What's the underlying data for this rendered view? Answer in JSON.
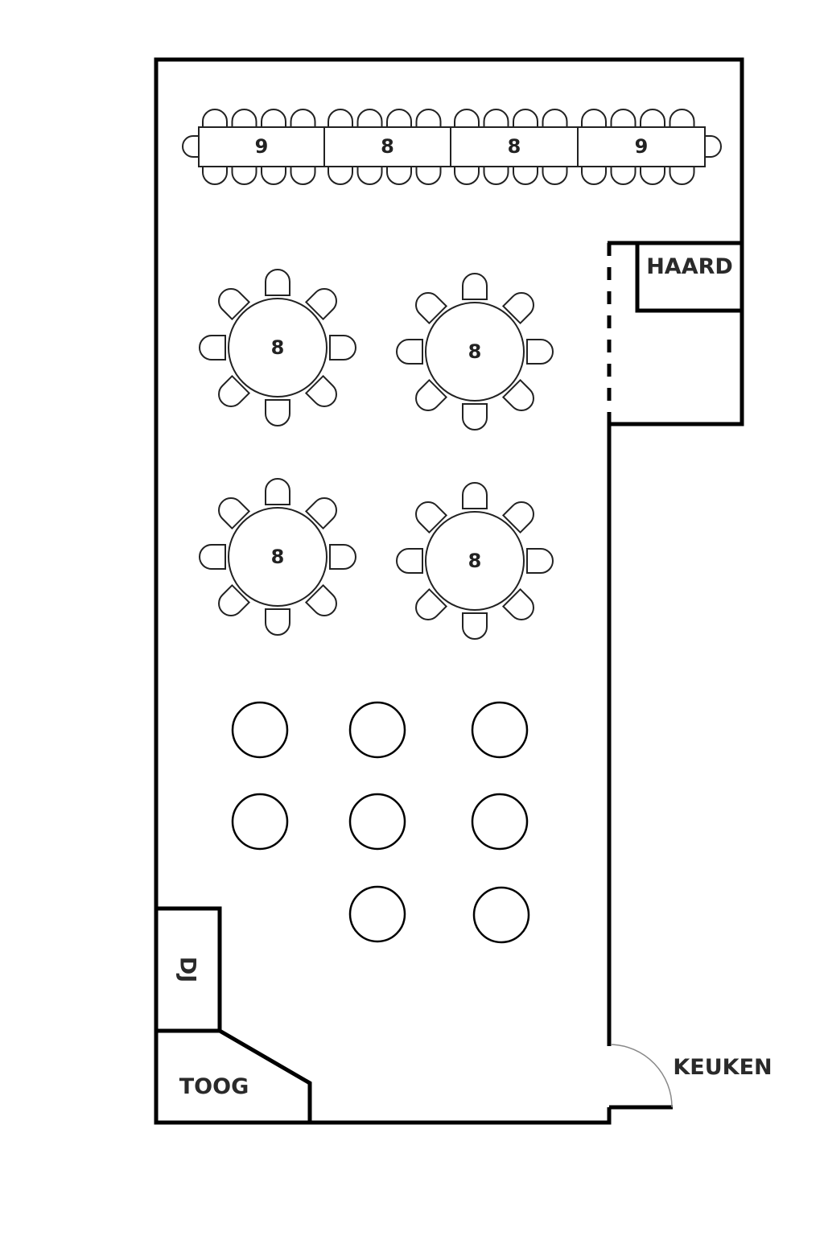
{
  "rooms": {
    "haard": "HAARD",
    "dj": "DJ",
    "toog": "TOOG",
    "keuken": "KEUKEN"
  },
  "long_tables": [
    {
      "seats": "9"
    },
    {
      "seats": "8"
    },
    {
      "seats": "8"
    },
    {
      "seats": "9"
    }
  ],
  "round_tables": [
    {
      "seats": "8"
    },
    {
      "seats": "8"
    },
    {
      "seats": "8"
    },
    {
      "seats": "8"
    }
  ],
  "cocktail_tables_count": 8
}
